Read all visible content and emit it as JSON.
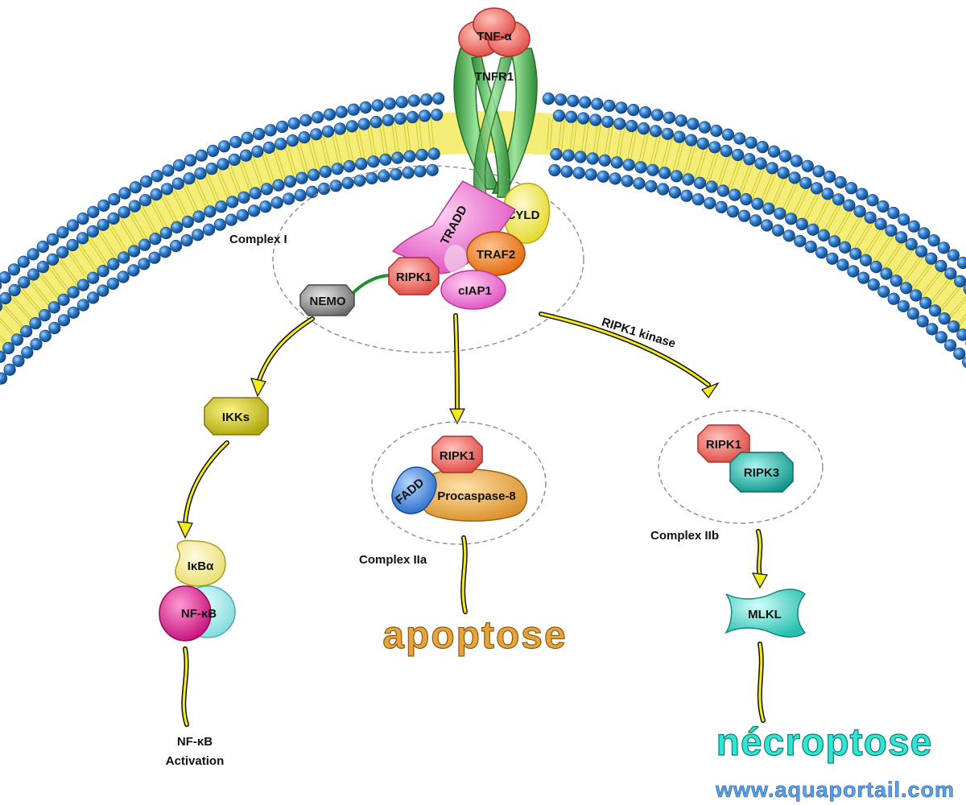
{
  "receptor": {
    "ligand": "TNF-α",
    "receptor": "TNFR1"
  },
  "complex_i": {
    "label": "Complex I",
    "proteins": {
      "tradd": "TRADD",
      "cyld": "CYLD",
      "traf2": "TRAF2",
      "ripk1": "RIPK1",
      "ciap1": "cIAP1",
      "nemo": "NEMO"
    }
  },
  "nfkb_branch": {
    "ikks": "IKKs",
    "ikba": "IκBα",
    "nfkb": "NF-κB",
    "outcome_line1": "NF-κB",
    "outcome_line2": "Activation"
  },
  "complex_iia": {
    "label": "Complex IIa",
    "proteins": {
      "ripk1": "RIPK1",
      "fadd": "FADD",
      "procaspase": "Procaspase-8"
    },
    "outcome": "apoptose"
  },
  "complex_iib": {
    "arrow_label": "RIPK1 kinase",
    "label": "Complex IIb",
    "proteins": {
      "ripk1": "RIPK1",
      "ripk3": "RIPK3",
      "mlkl": "MLKL"
    },
    "outcome": "nécroptose"
  },
  "watermark": "www.aquaportail.com",
  "colors": {
    "lipid_head": "#2f7fd0",
    "lipid_tail": "#f2ea62",
    "tnfr1": "#5fbf63",
    "tnf": "#ef6a64",
    "tradd": "#ef72d0",
    "cyld": "#f3ee57",
    "traf2": "#f07c1a",
    "ripk1": "#f07068",
    "ciap1": "#e866c8",
    "nemo": "#8e8e8e",
    "ikks": "#c9c21c",
    "fadd": "#3f86e6",
    "procaspase": "#eba94a",
    "ripk3": "#1fb9ad",
    "mlkl": "#3fd6c6",
    "nfkb": "#e0168f",
    "arrow": "#f4ec1a",
    "apoptose": "#e8a33a",
    "necroptose": "#35e3d3"
  }
}
